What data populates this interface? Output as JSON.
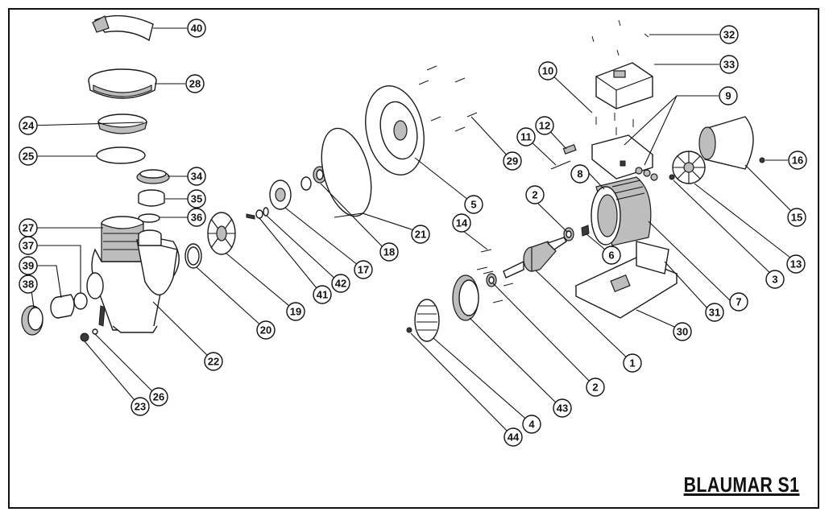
{
  "title": "BLAUMAR S1",
  "callouts": [
    {
      "num": "40"
    },
    {
      "num": "28"
    },
    {
      "num": "24"
    },
    {
      "num": "25"
    },
    {
      "num": "34"
    },
    {
      "num": "35"
    },
    {
      "num": "36"
    },
    {
      "num": "27"
    },
    {
      "num": "37"
    },
    {
      "num": "39"
    },
    {
      "num": "38"
    },
    {
      "num": "22"
    },
    {
      "num": "23"
    },
    {
      "num": "26"
    },
    {
      "num": "20"
    },
    {
      "num": "19"
    },
    {
      "num": "41"
    },
    {
      "num": "42"
    },
    {
      "num": "17"
    },
    {
      "num": "18"
    },
    {
      "num": "21"
    },
    {
      "num": "5"
    },
    {
      "num": "29"
    },
    {
      "num": "14"
    },
    {
      "num": "2"
    },
    {
      "num": "6"
    },
    {
      "num": "1"
    },
    {
      "num": "2"
    },
    {
      "num": "43"
    },
    {
      "num": "4"
    },
    {
      "num": "44"
    },
    {
      "num": "11"
    },
    {
      "num": "12"
    },
    {
      "num": "10"
    },
    {
      "num": "8"
    },
    {
      "num": "9"
    },
    {
      "num": "32"
    },
    {
      "num": "33"
    },
    {
      "num": "16"
    },
    {
      "num": "15"
    },
    {
      "num": "13"
    },
    {
      "num": "3"
    },
    {
      "num": "7"
    },
    {
      "num": "31"
    },
    {
      "num": "30"
    }
  ]
}
